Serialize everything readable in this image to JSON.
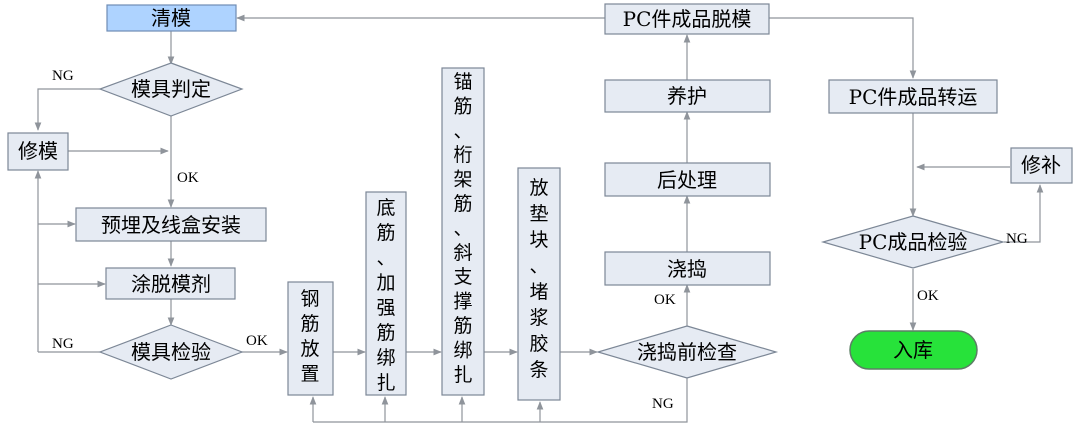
{
  "nodes": {
    "qingmo": "清模",
    "muju_panding": "模具判定",
    "xiumo": "修模",
    "yumai": "预埋及线盒安装",
    "tuotuomoji": "涂脱模剂",
    "muju_jianyan": "模具检验",
    "gangjin_fangzhi": [
      "钢",
      "筋",
      "放",
      "置"
    ],
    "dijin": [
      "底",
      "筋",
      "、",
      "加",
      "强",
      "筋",
      "绑",
      "扎"
    ],
    "maojin": [
      "锚",
      "筋",
      "、",
      "桁",
      "架",
      "筋",
      "、",
      "斜",
      "支",
      "撑",
      "筋",
      "绑",
      "扎"
    ],
    "dianku": [
      "放",
      "垫",
      "块",
      "、",
      "堵",
      "浆",
      "胶",
      "条"
    ],
    "jiaodao_qian": "浇捣前检查",
    "jiaodao": "浇捣",
    "houchuli": "后处理",
    "yanghu": "养护",
    "pc_tuomo": "PC件成品脱模",
    "pc_zhuanyun": "PC件成品转运",
    "xiubu": "修补",
    "pc_jianyan": "PC成品检验",
    "ruku": "入库"
  },
  "edge_labels": {
    "ng_panding": "NG",
    "ok_panding": "OK",
    "ng_jianyan": "NG",
    "ok_jianyan": "OK",
    "ok_jiaodao": "OK",
    "ng_jiaodao": "NG",
    "ng_pc": "NG",
    "ok_pc": "OK"
  },
  "colors": {
    "node_fill": "#e6ebf3",
    "start_fill": "#aed3ff",
    "end_fill": "#27e23a",
    "edge": "#8f949b"
  }
}
